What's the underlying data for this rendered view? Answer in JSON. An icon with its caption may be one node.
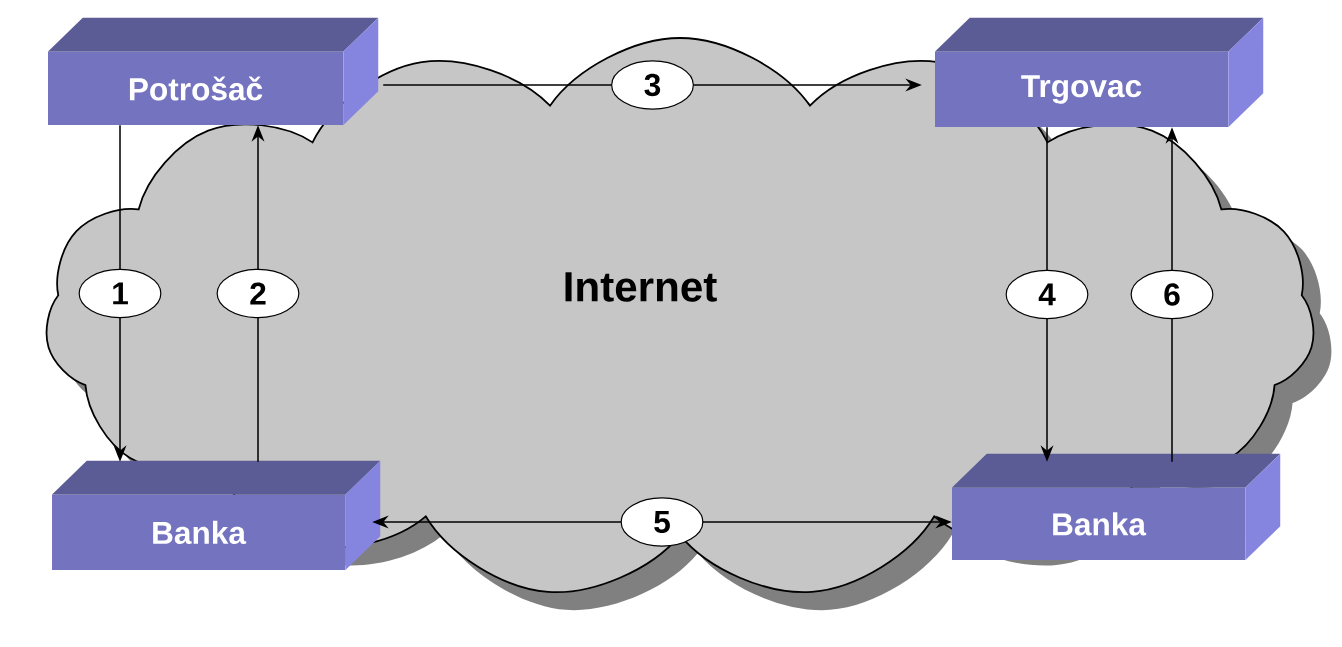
{
  "diagram": {
    "nodes": [
      {
        "text": [
          "Potrošač"
        ]
      },
      {
        "text": [
          "Trgovac"
        ]
      },
      {
        "text": [
          "Banka"
        ]
      },
      {
        "text": [
          "Banka"
        ]
      }
    ],
    "edges": [
      {
        "from": 0,
        "to": 2,
        "arrow": "to",
        "label": "1"
      },
      {
        "from": 2,
        "to": 0,
        "arrow": "to",
        "label": "2"
      },
      {
        "from": 0,
        "to": 1,
        "arrow": "to",
        "label": "3"
      },
      {
        "from": 1,
        "to": 3,
        "arrow": "to",
        "label": "4"
      },
      {
        "from": 2,
        "to": 3,
        "arrow": "both",
        "label": "5"
      },
      {
        "from": 3,
        "to": 1,
        "arrow": "to",
        "label": "6"
      }
    ],
    "labels": [
      "Internet"
    ]
  }
}
